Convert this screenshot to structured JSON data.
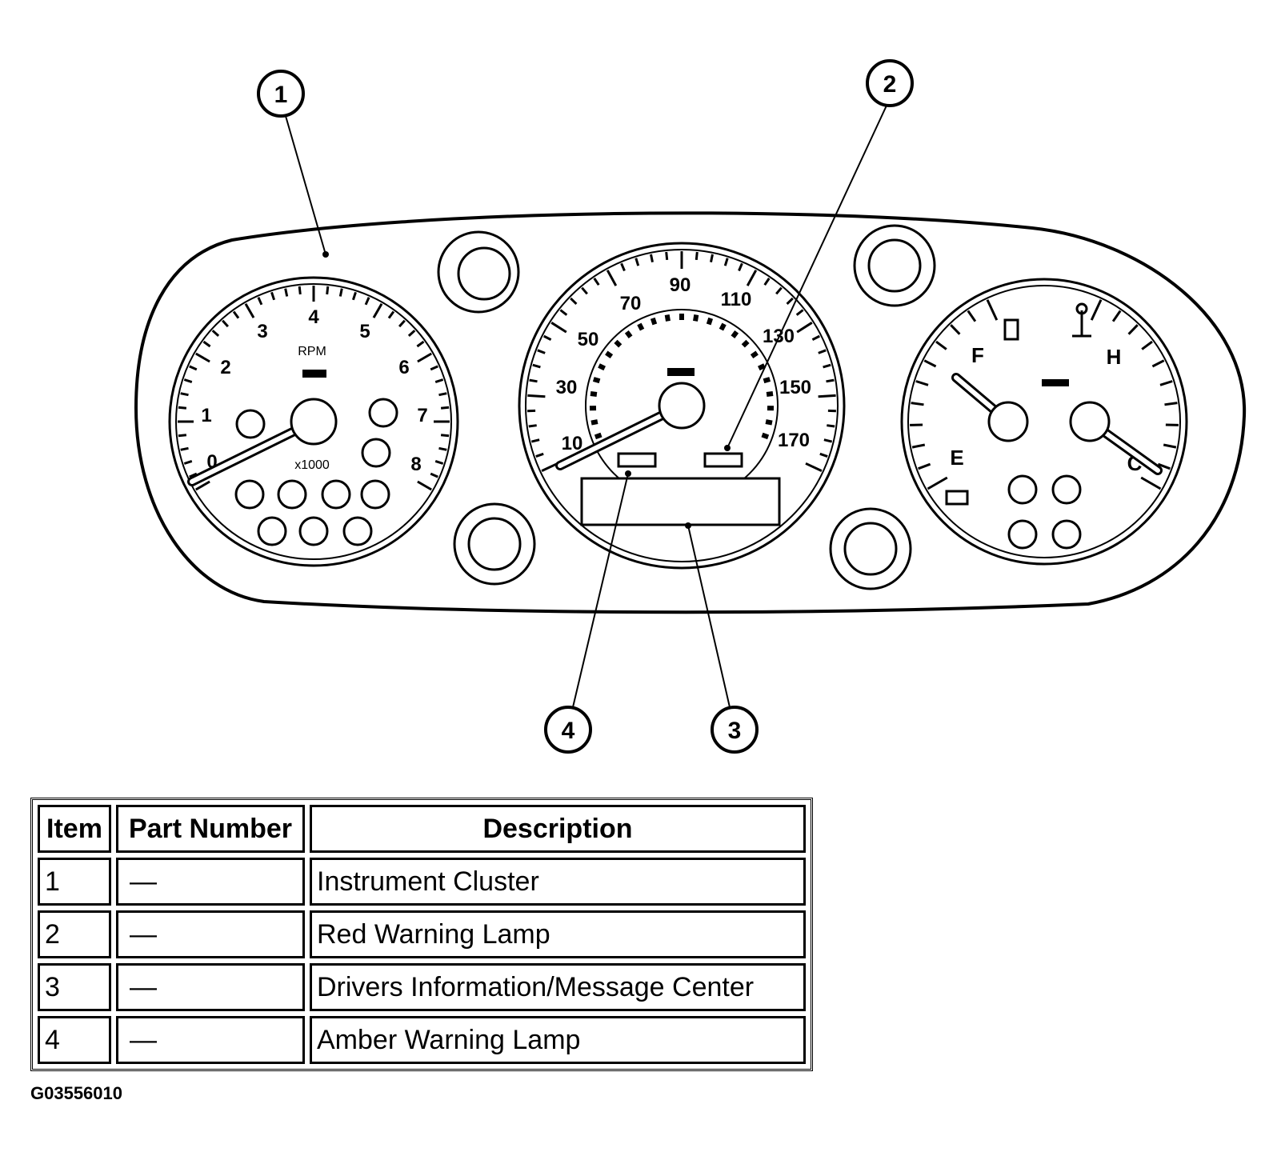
{
  "diagram": {
    "callouts": [
      "1",
      "2",
      "3",
      "4"
    ],
    "tachometer": {
      "scale": [
        "0",
        "1",
        "2",
        "3",
        "4",
        "5",
        "6",
        "7",
        "8"
      ],
      "unit_label": "RPM",
      "multiplier_label": "x1000"
    },
    "speedometer": {
      "outer_scale": [
        "10",
        "30",
        "50",
        "70",
        "90",
        "110",
        "130",
        "150",
        "170"
      ]
    },
    "fuel_gauge": {
      "full_label": "F",
      "empty_label": "E"
    },
    "temp_gauge": {
      "hot_label": "H",
      "cold_label": "C"
    }
  },
  "table": {
    "headers": [
      "Item",
      "Part Number",
      "Description"
    ],
    "rows": [
      {
        "item": "1",
        "part": "—",
        "description": "Instrument Cluster"
      },
      {
        "item": "2",
        "part": "—",
        "description": "Red Warning Lamp"
      },
      {
        "item": "3",
        "part": "—",
        "description": "Drivers Information/Message Center"
      },
      {
        "item": "4",
        "part": "—",
        "description": "Amber Warning Lamp"
      }
    ]
  },
  "figure_id": "G03556010"
}
